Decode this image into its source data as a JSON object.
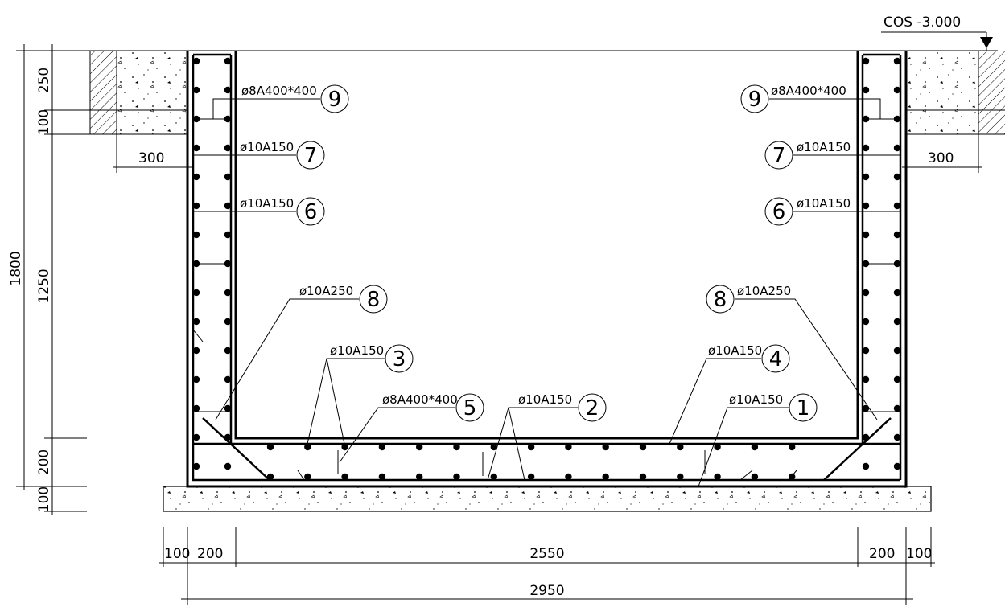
{
  "elevation": {
    "label": "COS -3.000"
  },
  "dimensions": {
    "left_vertical": [
      {
        "id": "d250",
        "text": "250"
      },
      {
        "id": "d100_top",
        "text": "100"
      },
      {
        "id": "d1800",
        "text": "1800"
      },
      {
        "id": "d1250",
        "text": "1250"
      },
      {
        "id": "d200",
        "text": "200"
      },
      {
        "id": "d100_bottom",
        "text": "100"
      }
    ],
    "offset_left": "300",
    "offset_right": "300",
    "bottom_row": [
      {
        "id": "b100_left",
        "text": "100"
      },
      {
        "id": "b200_left",
        "text": "200"
      },
      {
        "id": "b2550",
        "text": "2550"
      },
      {
        "id": "b200_right",
        "text": "200"
      },
      {
        "id": "b100_right",
        "text": "100"
      }
    ],
    "total": "2950"
  },
  "callouts": [
    {
      "id": "c9-left",
      "number": "9",
      "label": "ø8A400*400"
    },
    {
      "id": "c7-left",
      "number": "7",
      "label": "ø10A150"
    },
    {
      "id": "c6-left",
      "number": "6",
      "label": "ø10A150"
    },
    {
      "id": "c8-left",
      "number": "8",
      "label": "ø10A250"
    },
    {
      "id": "c3",
      "number": "3",
      "label": "ø10A150"
    },
    {
      "id": "c5",
      "number": "5",
      "label": "ø8A400*400"
    },
    {
      "id": "c2",
      "number": "2",
      "label": "ø10A150"
    },
    {
      "id": "c9-right",
      "number": "9",
      "label": "ø8A400*400"
    },
    {
      "id": "c7-right",
      "number": "7",
      "label": "ø10A150"
    },
    {
      "id": "c6-right",
      "number": "6",
      "label": "ø10A150"
    },
    {
      "id": "c8-right",
      "number": "8",
      "label": "ø10A250"
    },
    {
      "id": "c4",
      "number": "4",
      "label": "ø10A150"
    },
    {
      "id": "c1",
      "number": "1",
      "label": "ø10A150"
    }
  ]
}
